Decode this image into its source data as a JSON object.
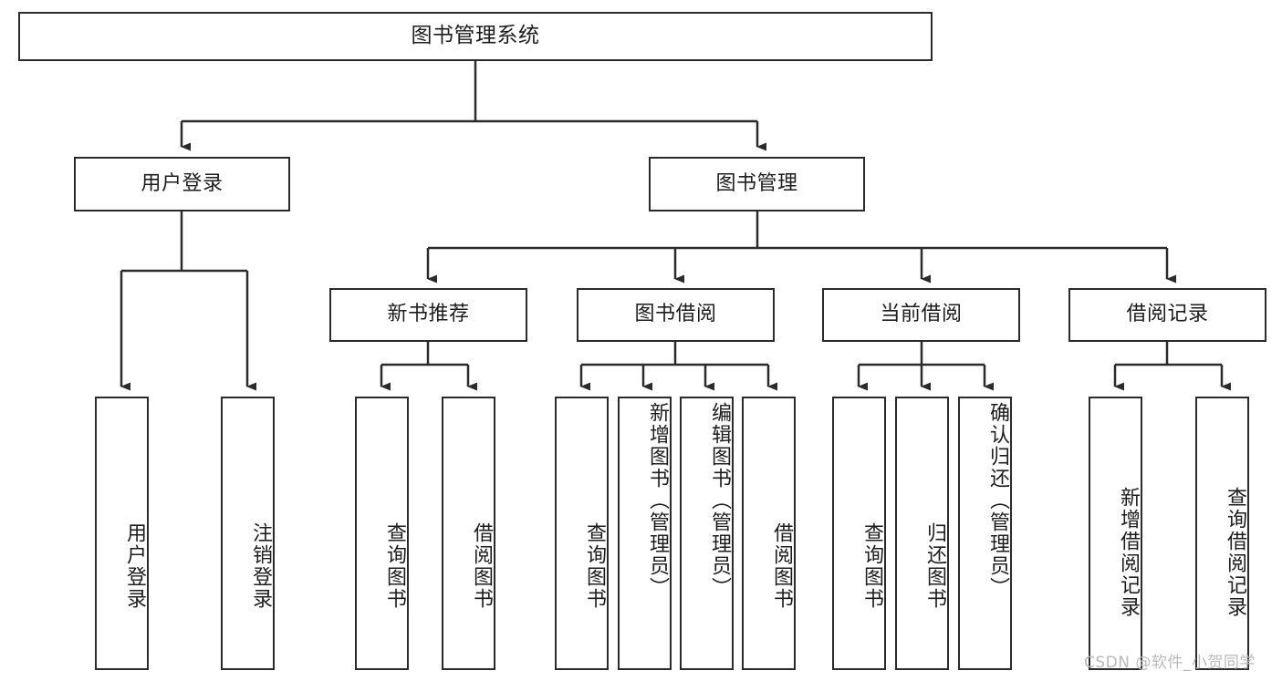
{
  "diagram": {
    "type": "hierarchy-tree",
    "title": "图书管理系统",
    "orientation": "top-down",
    "watermark": "CSDN @软件_小贺同学",
    "nodes": {
      "root": {
        "label": "图书管理系统",
        "level": 0
      },
      "l1": [
        {
          "id": "user-login",
          "label": "用户登录"
        },
        {
          "id": "book-manage",
          "label": "图书管理"
        }
      ],
      "l2": [
        {
          "id": "new-book-recommend",
          "label": "新书推荐"
        },
        {
          "id": "book-borrow",
          "label": "图书借阅"
        },
        {
          "id": "current-borrow",
          "label": "当前借阅"
        },
        {
          "id": "borrow-record",
          "label": "借阅记录"
        }
      ],
      "l3": {
        "user_login": [
          {
            "id": "leaf-user-login",
            "label": "用户登录"
          },
          {
            "id": "leaf-logout-login",
            "label": "注销登录"
          }
        ],
        "new_book_recommend": [
          {
            "id": "leaf-query-book-1",
            "label": "查询图书"
          },
          {
            "id": "leaf-borrow-book-1",
            "label": "借阅图书"
          }
        ],
        "book_borrow": [
          {
            "id": "leaf-query-book-2",
            "label": "查询图书"
          },
          {
            "id": "leaf-add-book",
            "label": "新增图书（管理员）"
          },
          {
            "id": "leaf-edit-book",
            "label": "编辑图书（管理员）"
          },
          {
            "id": "leaf-borrow-book-2",
            "label": "借阅图书"
          }
        ],
        "current_borrow": [
          {
            "id": "leaf-query-book-3",
            "label": "查询图书"
          },
          {
            "id": "leaf-return-book",
            "label": "归还图书"
          },
          {
            "id": "leaf-confirm-return",
            "label": "确认归还（管理员）"
          }
        ],
        "borrow_record": [
          {
            "id": "leaf-add-record",
            "label": "新增借阅记录"
          },
          {
            "id": "leaf-query-record",
            "label": "查询借阅记录"
          }
        ]
      }
    },
    "colors": {
      "stroke": "#2b2b2b",
      "fill": "#ffffff",
      "text": "#1d1d1d",
      "watermark": "#b9b9b9"
    }
  }
}
